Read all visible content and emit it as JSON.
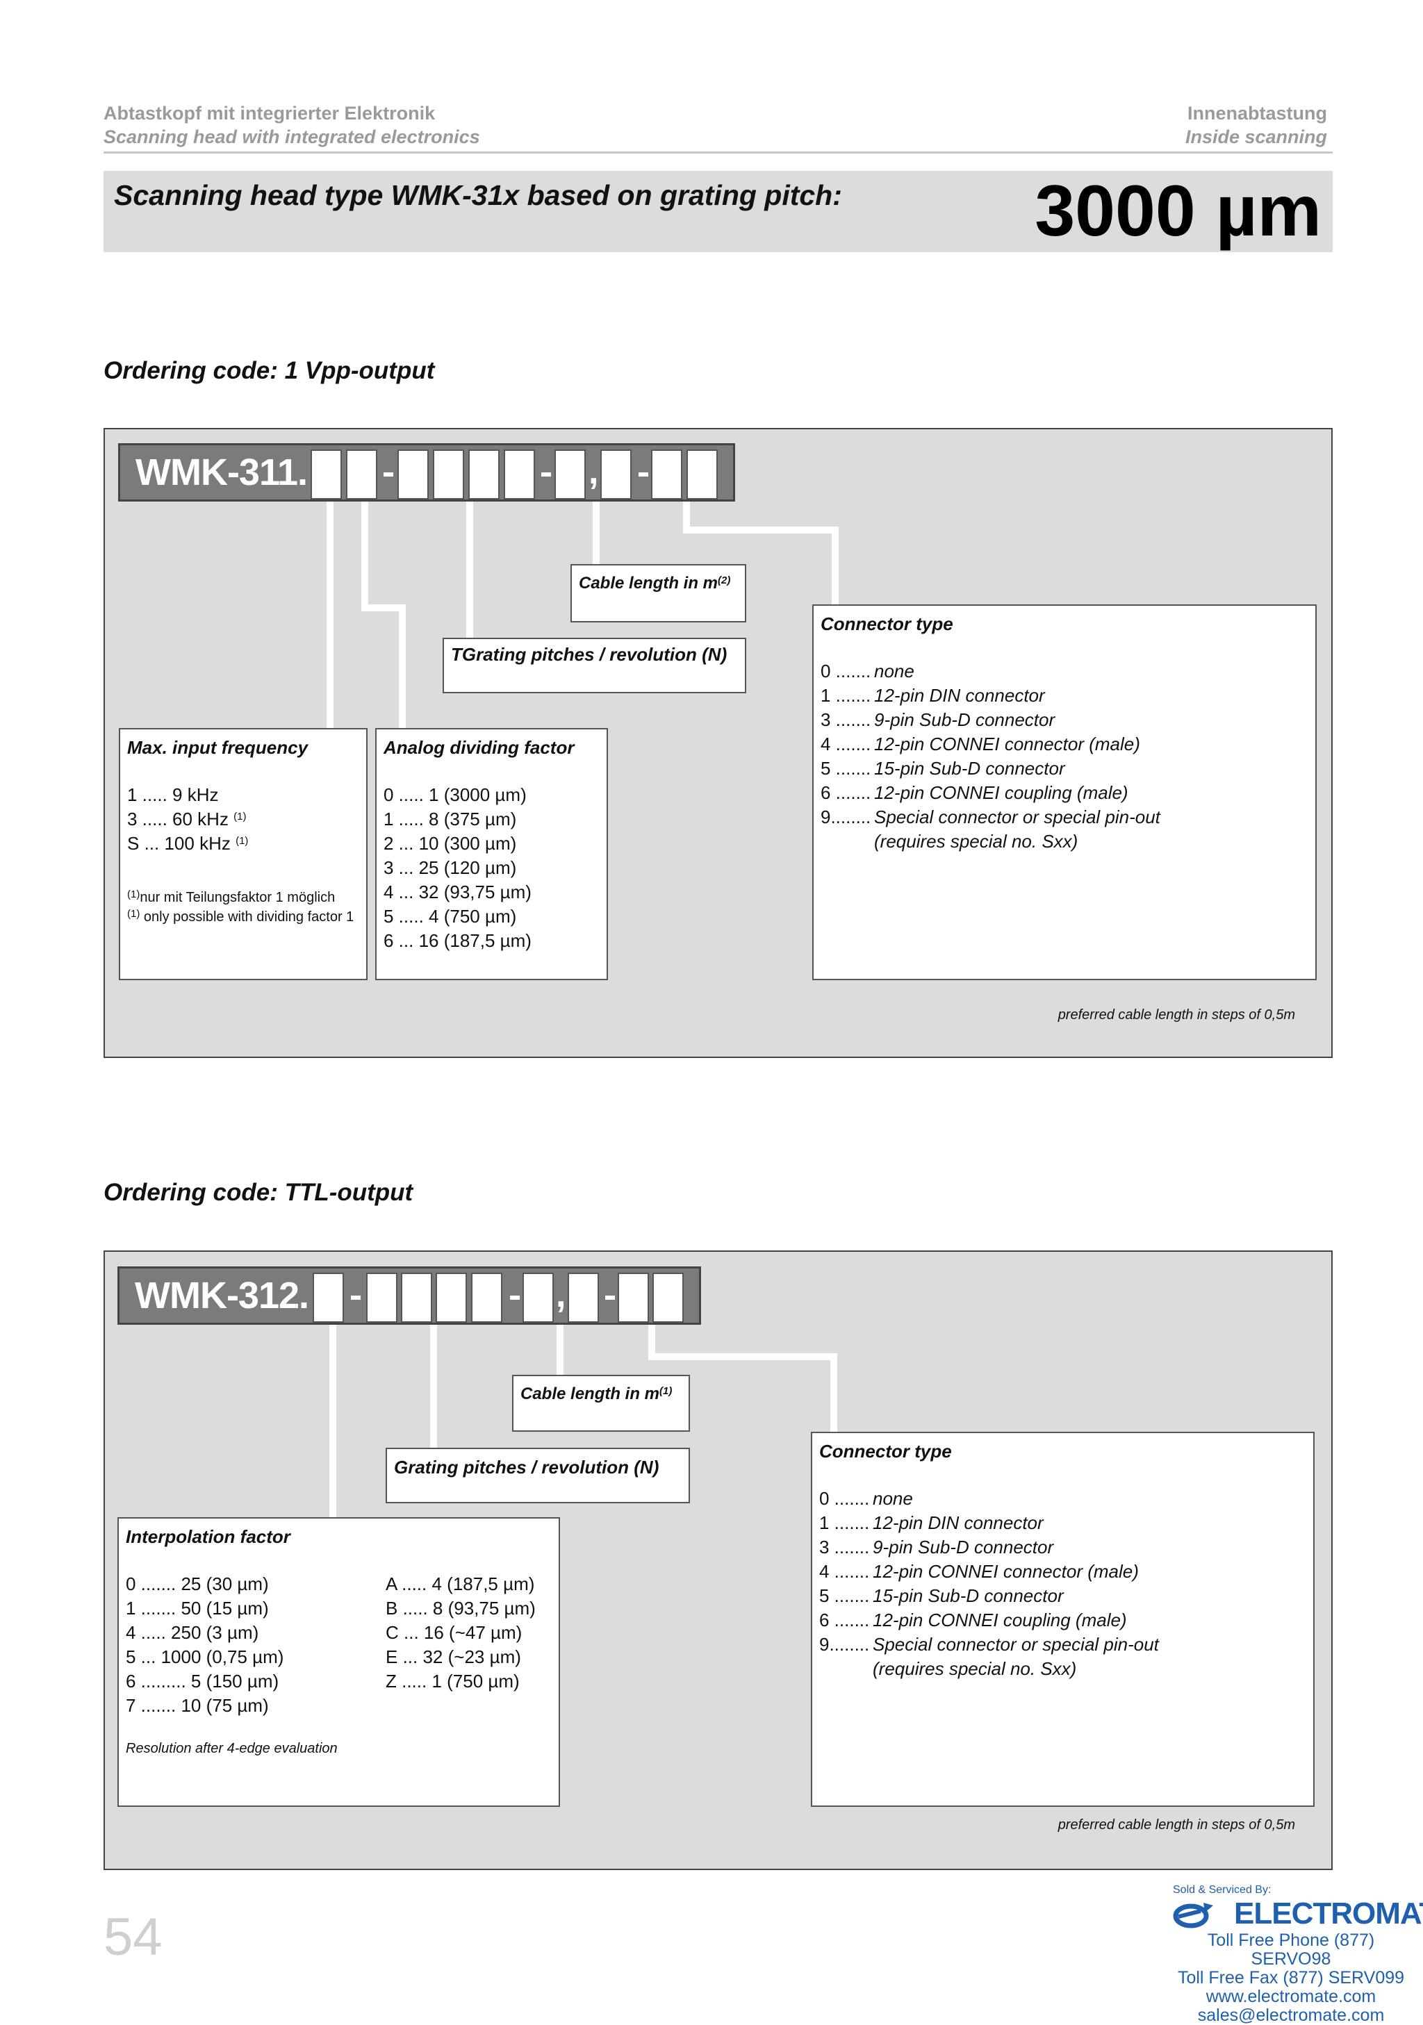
{
  "header": {
    "left_de": "Abtastkopf mit integrierter Elektronik",
    "left_en": "Scanning head with integrated electronics",
    "right_de": "Innenabtastung",
    "right_en": "Inside scanning"
  },
  "title": {
    "text": "Scanning head type WMK-31x based on grating pitch:",
    "value": "3000 µm"
  },
  "section1": {
    "heading": "Ordering code: 1 Vpp-output",
    "code_prefix": "WMK-311.",
    "cable_length": {
      "label": "Cable length in m",
      "sup": "(2)"
    },
    "grating": {
      "label": "TGrating pitches / revolution (N)"
    },
    "max_freq": {
      "heading": "Max. input frequency",
      "items": [
        {
          "text": "1 ..... 9   kHz",
          "sup": ""
        },
        {
          "text": "3 ..... 60 kHz ",
          "sup": "(1)"
        },
        {
          "text": "S ... 100 kHz ",
          "sup": "(1)"
        }
      ],
      "footnotes": [
        {
          "sup": "(1)",
          "text": "nur mit Teilungsfaktor 1 möglich"
        },
        {
          "sup": "(1)",
          "text": " only possible with dividing factor 1"
        }
      ]
    },
    "analog": {
      "heading": "Analog dividing factor",
      "items": [
        "0 ..... 1 (3000 µm)",
        "1 ..... 8 (375 µm)",
        "2 ... 10 (300 µm)",
        "3 ... 25 (120 µm)",
        "4 ... 32 (93,75 µm)",
        "5 ..... 4 (750 µm)",
        "6 ... 16 (187,5 µm)"
      ]
    },
    "connector": {
      "heading": "Connector type",
      "items": [
        {
          "code": "0 .......",
          "label": "none"
        },
        {
          "code": "1 .......",
          "label": "12-pin DIN connector"
        },
        {
          "code": "3 .......",
          "label": "9-pin Sub-D connector"
        },
        {
          "code": "4 .......",
          "label": "12-pin CONNEI connector (male)"
        },
        {
          "code": "5 .......",
          "label": "15-pin Sub-D connector"
        },
        {
          "code": "6 .......",
          "label": "12-pin CONNEI coupling (male)"
        },
        {
          "code": "9........",
          "label": "Special connector or special pin-out"
        },
        {
          "code": "",
          "label": "(requires special no. Sxx)"
        }
      ]
    },
    "preferred": "preferred cable length in steps of 0,5m"
  },
  "section2": {
    "heading": "Ordering code: TTL-output",
    "code_prefix": "WMK-312.",
    "cable_length": {
      "label": "Cable length in m",
      "sup": "(1)"
    },
    "grating": {
      "label": "Grating pitches / revolution (N)"
    },
    "interp": {
      "heading": "Interpolation factor",
      "col1": [
        "0 ....... 25 (30 µm)",
        "1 ....... 50 (15 µm)",
        "4 ..... 250 (3 µm)",
        "5 ... 1000 (0,75 µm)",
        "6 ......... 5 (150 µm)",
        "7 ....... 10 (75 µm)"
      ],
      "col2": [
        "A ..... 4 (187,5 µm)",
        "B ..... 8 (93,75 µm)",
        "C ... 16 (~47 µm)",
        "E ... 32 (~23 µm)",
        "Z ..... 1 (750  µm)"
      ],
      "note": "Resolution after 4-edge evaluation"
    },
    "connector": {
      "heading": "Connector type",
      "items": [
        {
          "code": "0 .......",
          "label": "none"
        },
        {
          "code": "1 .......",
          "label": "12-pin DIN connector"
        },
        {
          "code": "3 .......",
          "label": "9-pin Sub-D connector"
        },
        {
          "code": "4 .......",
          "label": "12-pin CONNEI connector (male)"
        },
        {
          "code": "5 .......",
          "label": "15-pin Sub-D connector"
        },
        {
          "code": "6 .......",
          "label": "12-pin CONNEI coupling (male)"
        },
        {
          "code": "9........",
          "label": "Special connector or special pin-out"
        },
        {
          "code": "",
          "label": "(requires special no. Sxx)"
        }
      ]
    },
    "preferred": "preferred cable length in steps of 0,5m"
  },
  "footer": {
    "page_number": "54",
    "sold_by": "Sold & Serviced By:",
    "brand": "ELECTROMATE",
    "phone": "Toll Free Phone  (877) SERVO98",
    "fax": "Toll Free Fax  (877) SERV099",
    "web": "www.electromate.com",
    "email": "sales@electromate.com",
    "brand_color": "#1e5fae"
  }
}
